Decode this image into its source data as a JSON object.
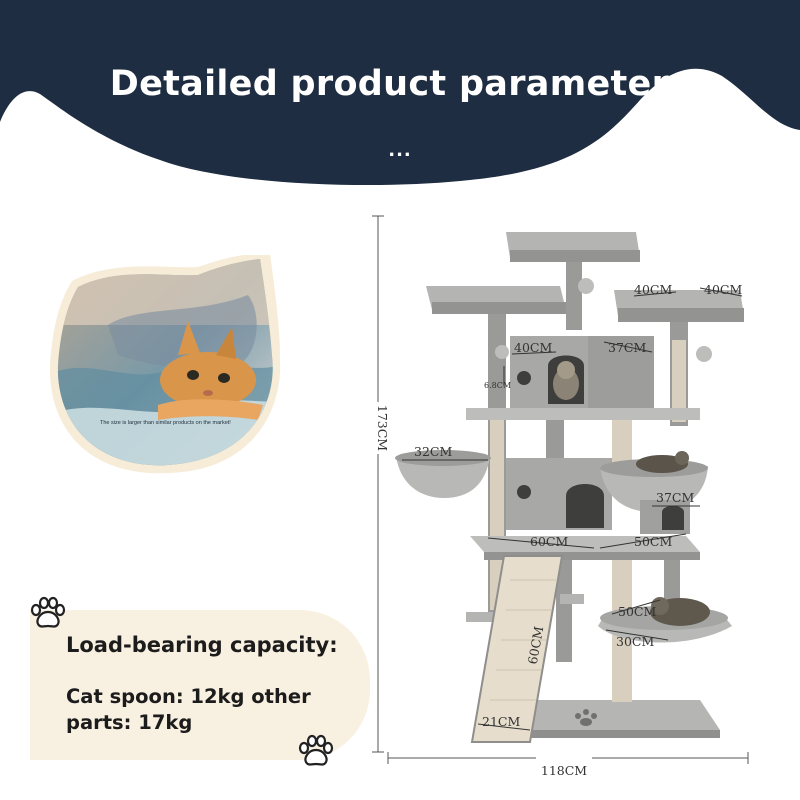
{
  "header": {
    "title": "Detailed product parameters",
    "dots": "...",
    "background_color": "#1e2d41"
  },
  "photo": {
    "note": "The size is larger than similar products on the market!",
    "icon": "cat-photo"
  },
  "load_card": {
    "title": "Load-bearing capacity:",
    "body": "Cat spoon: 12kg other parts: 17kg",
    "background_color": "#f8f0e1"
  },
  "dimensions": {
    "height": "173CM",
    "width": "118CM",
    "top_left_perch": "40CM",
    "top_right_perch": "40CM",
    "condo_width": "40CM",
    "condo_depth": "37CM",
    "condo_gap": "6.8CM",
    "basket": "32CM",
    "lower_condo": "37CM",
    "platform_width": "60CM",
    "platform_depth": "50CM",
    "hammock_width": "50CM",
    "hammock_depth": "30CM",
    "ramp_length": "60CM",
    "ramp_width": "21CM"
  }
}
